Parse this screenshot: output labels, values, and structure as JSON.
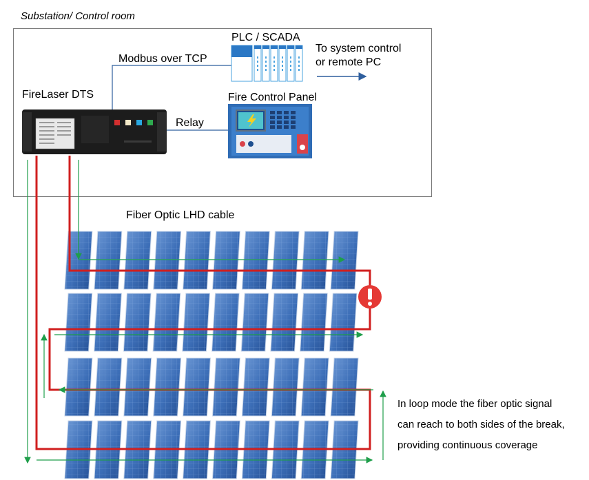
{
  "room": {
    "title": "Substation/ Control room"
  },
  "devices": {
    "dts_label": "FireLaser DTS",
    "plc_label": "PLC / SCADA",
    "panel_label": "Fire Control Panel"
  },
  "links": {
    "modbus": "Modbus over TCP",
    "relay": "Relay",
    "to_system_line1": "To system control",
    "to_system_line2": "or remote PC"
  },
  "field": {
    "cable_label": "Fiber Optic LHD cable"
  },
  "note": {
    "line1": "In loop mode the fiber optic signal",
    "line2": "can reach to both sides of the break,",
    "line3": "providing continuous coverage"
  },
  "colors": {
    "fiber_red": "#d01f1f",
    "signal_green": "#1e9e4a",
    "network_blue": "#2f5f9e",
    "alert_red": "#e53935",
    "panel_blue": "#2f6cb5"
  }
}
